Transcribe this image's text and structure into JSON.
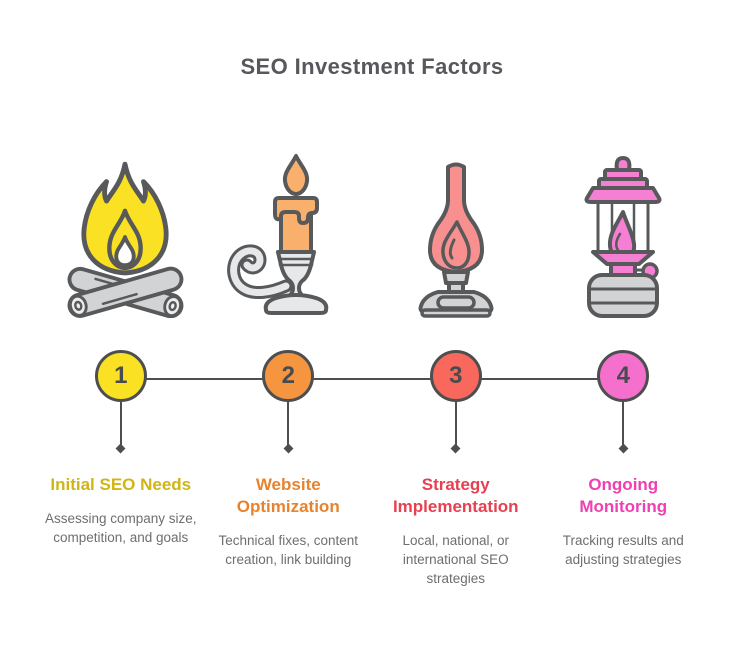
{
  "title": "SEO Investment Factors",
  "colors": {
    "outline": "#58595B",
    "connector": "#4D4E50",
    "title_text": "#57585C",
    "description_text": "#6D6E71",
    "background": "#FFFFFF"
  },
  "steps": [
    {
      "number": "1",
      "icon": "campfire-icon",
      "heading": "Initial SEO Needs",
      "description": "Assessing company size, competition, and goals",
      "circle_color": "#FAE123",
      "heading_color": "#D1B513"
    },
    {
      "number": "2",
      "icon": "candle-icon",
      "heading": "Website Optimization",
      "description": "Technical fixes, content creation, link building",
      "circle_color": "#F5953F",
      "heading_color": "#E8832D"
    },
    {
      "number": "3",
      "icon": "oil-lamp-icon",
      "heading": "Strategy Implementation",
      "description": "Local, national, or international SEO strategies",
      "circle_color": "#F8685C",
      "heading_color": "#E74051"
    },
    {
      "number": "4",
      "icon": "lantern-icon",
      "heading": "Ongoing Monitoring",
      "description": "Tracking results and adjusting strategies",
      "circle_color": "#F470CC",
      "heading_color": "#EF3FB2"
    }
  ]
}
